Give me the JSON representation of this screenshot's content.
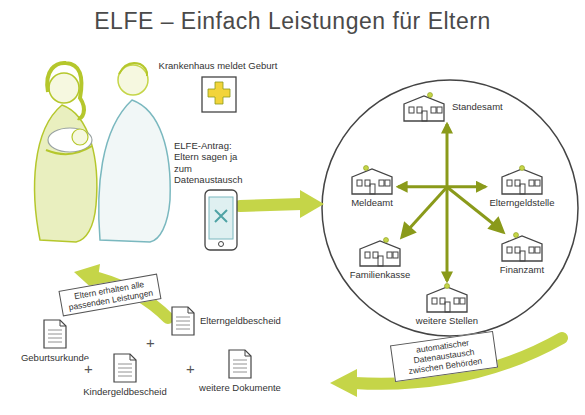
{
  "diagram": {
    "title": "ELFE – Einfach Leistungen für Eltern",
    "nodes": [
      {
        "text": [
          "Krankenhaus meldet Geburt"
        ]
      },
      {
        "text": [
          "ELFE-Antrag: Eltern sagen ja zum Datenaustausch"
        ]
      },
      {
        "text": [
          "Standesamt"
        ]
      },
      {
        "text": [
          "Meldeamt"
        ]
      },
      {
        "text": [
          "Elterngeldstelle"
        ]
      },
      {
        "text": [
          "Familienkasse"
        ]
      },
      {
        "text": [
          "Finanzamt"
        ]
      },
      {
        "text": [
          "weitere Stellen"
        ]
      },
      {
        "text": [
          "Geburtsurkunde"
        ]
      },
      {
        "text": [
          "Kindergeldbescheid"
        ]
      },
      {
        "text": [
          "Elterngeldbescheid"
        ]
      },
      {
        "text": [
          "weitere Dokumente"
        ]
      }
    ],
    "edges": [
      {
        "from": 2,
        "to": 7,
        "arrow": "both"
      },
      {
        "from": 3,
        "to": 4,
        "arrow": "both"
      }
    ],
    "labels": [
      "Eltern erhalten alle passenden Leistungen",
      "automatischer Datenaustausch zwischen Behörden",
      "+",
      "+",
      "+"
    ]
  }
}
